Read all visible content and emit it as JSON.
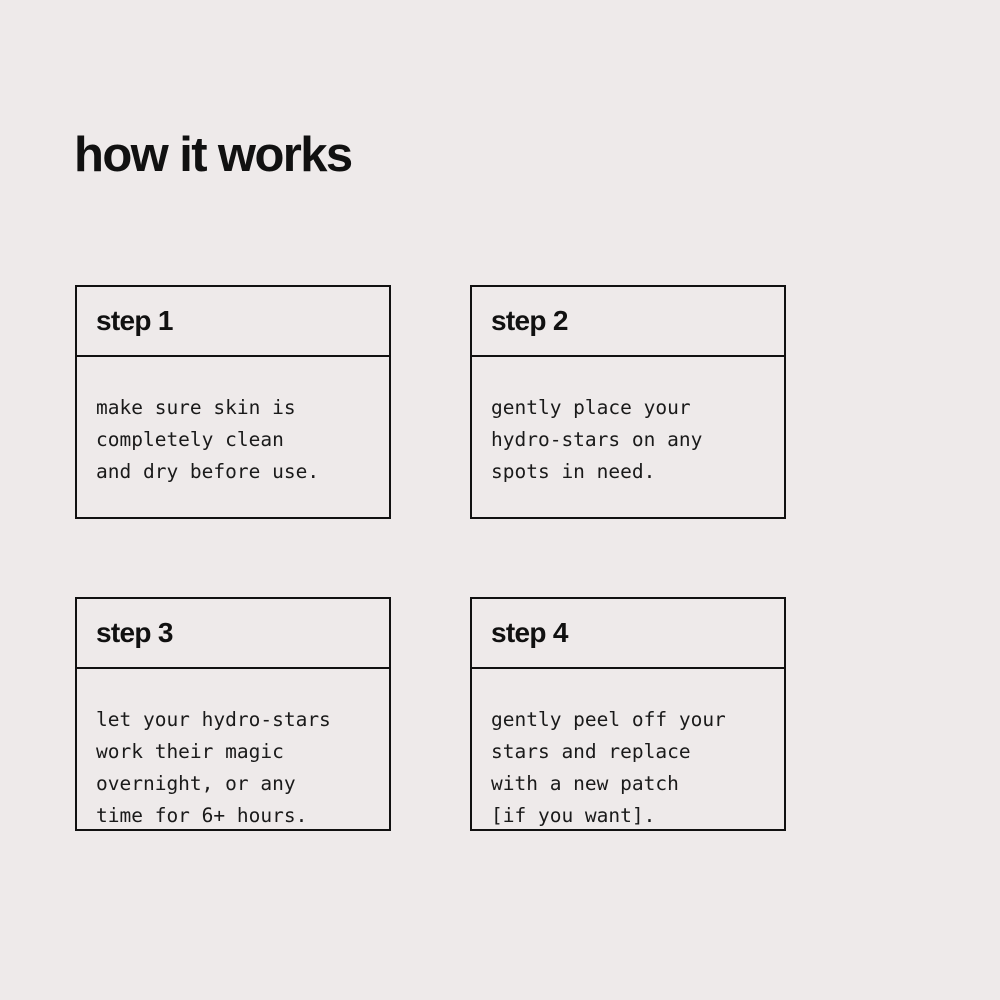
{
  "page": {
    "title": "how it works",
    "background_color": "#eeeaea",
    "ink_color": "#111111"
  },
  "steps": [
    {
      "header": "step 1",
      "body": "make sure skin is\ncompletely clean\nand dry before use."
    },
    {
      "header": "step 2",
      "body": "gently place your\nhydro-stars on any\nspots in need."
    },
    {
      "header": "step 3",
      "body": "let your hydro-stars\nwork their magic\novernight, or any\ntime for 6+ hours."
    },
    {
      "header": "step 4",
      "body": "gently peel off your\nstars and replace\nwith a new patch\n[if you want]."
    }
  ]
}
